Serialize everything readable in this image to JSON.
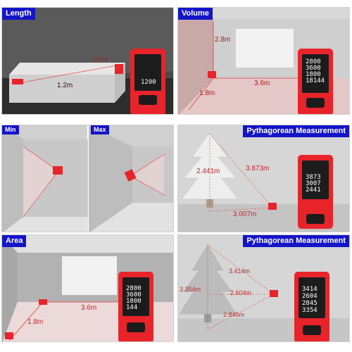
{
  "panels": {
    "length": {
      "title": "Length",
      "measure": "1.2m",
      "top_value": "0.0m",
      "display": "1200"
    },
    "volume": {
      "title": "Volume",
      "height": "2.8m",
      "width": "3.6m",
      "depth": "1.8m",
      "display": [
        "2800",
        "3600",
        "1800",
        "18144"
      ]
    },
    "minmax": {
      "min_label": "Min",
      "max_label": "Max"
    },
    "pyth1": {
      "title": "Pythagorean Measurement",
      "vertical": "2.441m",
      "hypotenuse": "3.873m",
      "base": "3.007m",
      "display": [
        "3873",
        "3007",
        "2441"
      ]
    },
    "area": {
      "title": "Area",
      "width": "3.6m",
      "depth": "1.8m",
      "display": [
        "2800",
        "3600",
        "1800",
        "144"
      ]
    },
    "pyth2": {
      "title": "Pythagorean Measurement",
      "top": "3.414m",
      "mid": "2.604m",
      "bottom": "2.845m",
      "height": "3.354m",
      "display": [
        "3414",
        "2604",
        "2845",
        "3354"
      ]
    }
  },
  "colors": {
    "tag_bg": "#1414c8",
    "device_red": "#e8242a",
    "room_gray": "#b8b8b8"
  },
  "icons": [
    "laser-distance-meter-device",
    "laser-target-icon",
    "tree-illustration"
  ]
}
